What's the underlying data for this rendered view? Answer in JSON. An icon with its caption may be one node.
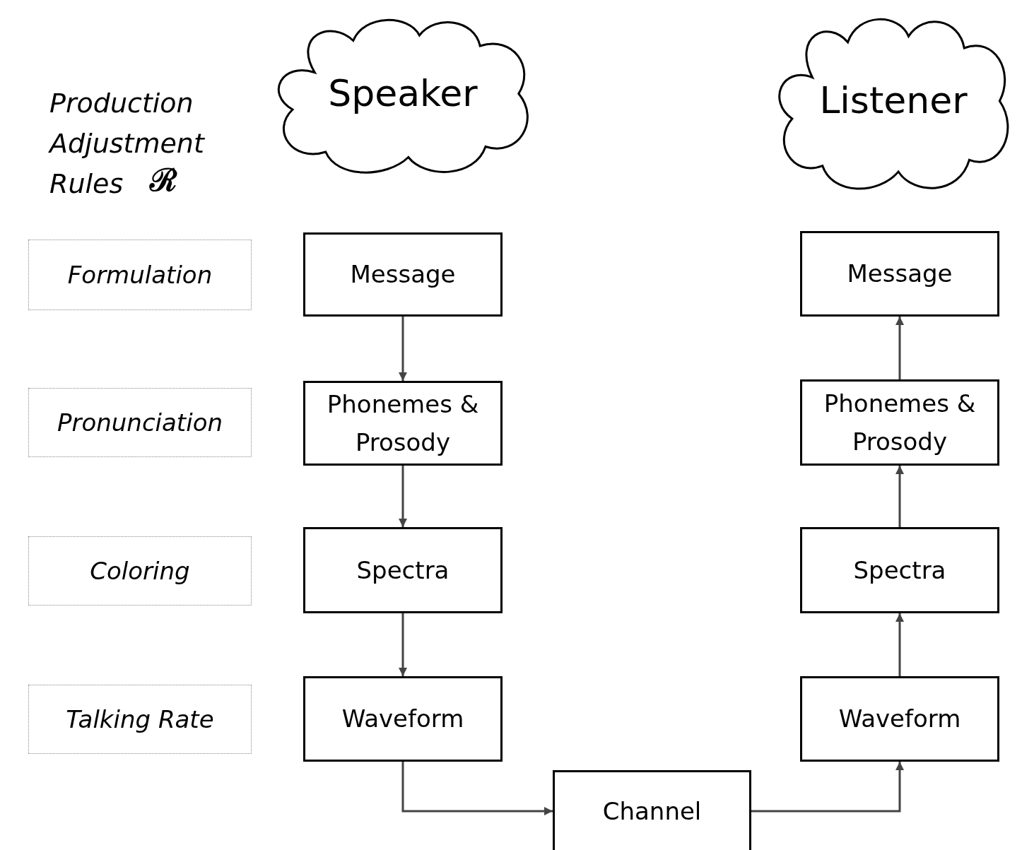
{
  "diagram": {
    "nodes": [
      {
        "text": [
          "Speaker"
        ]
      },
      {
        "text": [
          "Listener"
        ]
      },
      {
        "text": [
          "Formulation"
        ]
      },
      {
        "text": [
          "Message"
        ]
      },
      {
        "text": [
          "Message"
        ]
      },
      {
        "text": [
          "Pronunciation"
        ]
      },
      {
        "text": [
          "Phonemes & Prosody"
        ]
      },
      {
        "text": [
          "Phonemes & Prosody"
        ]
      },
      {
        "text": [
          "Coloring"
        ]
      },
      {
        "text": [
          "Spectra"
        ]
      },
      {
        "text": [
          "Spectra"
        ]
      },
      {
        "text": [
          "Talking Rate"
        ]
      },
      {
        "text": [
          "Waveform"
        ]
      },
      {
        "text": [
          "Waveform"
        ]
      },
      {
        "text": [
          "Channel"
        ]
      }
    ],
    "edges": [
      {
        "from": 3,
        "to": 6,
        "arrow": "to"
      },
      {
        "from": 6,
        "to": 9,
        "arrow": "to"
      },
      {
        "from": 9,
        "to": 12,
        "arrow": "to"
      },
      {
        "from": 12,
        "to": 14,
        "arrow": "to"
      },
      {
        "from": 14,
        "to": 13,
        "arrow": "to"
      },
      {
        "from": 13,
        "to": 10,
        "arrow": "to"
      },
      {
        "from": 10,
        "to": 7,
        "arrow": "to"
      },
      {
        "from": 7,
        "to": 4,
        "arrow": "to"
      }
    ],
    "labels": [
      "Production Adjustment Rules",
      "ℛ"
    ]
  }
}
